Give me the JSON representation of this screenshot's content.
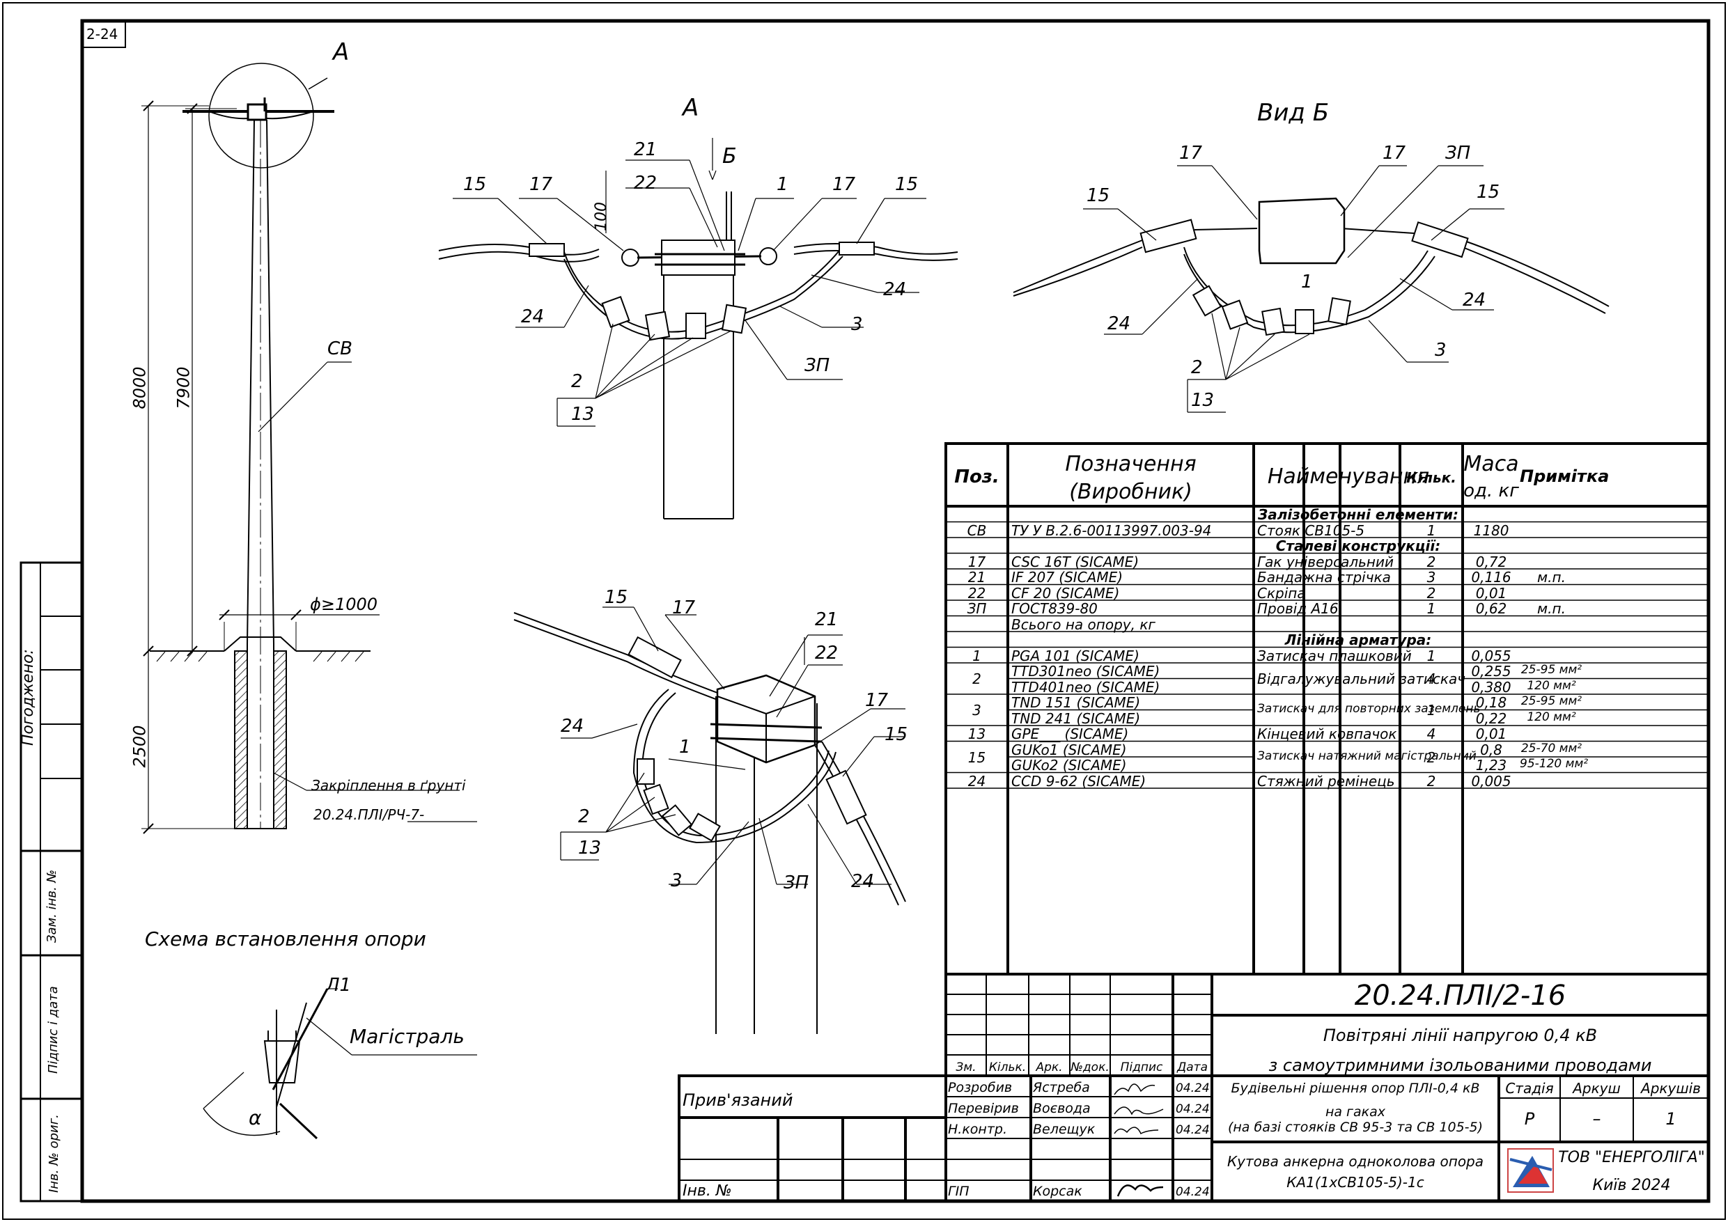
{
  "sheet_tag": "2-24",
  "left_strip": {
    "agreed": "Погоджено:",
    "replaced": "Зам. інв. №",
    "sign_date": "Підпис і дата",
    "orig": "Інв. № ориг."
  },
  "pole_scheme": {
    "view_a": "А",
    "dim_8000": "8000",
    "dim_7900": "7900",
    "dim_2500": "2500",
    "pole_code": "СВ",
    "diameter": "ϕ≥1000",
    "fix_label": "Закріплення в ґрунті",
    "fix_doc": "20.24.ПЛІ/РЧ-7-",
    "title": "Схема встановлення опори"
  },
  "plan": {
    "l1": "Л1",
    "main": "Магістраль",
    "alpha": "α"
  },
  "detail_a": {
    "title": "А",
    "b_arrow": "Б",
    "dim_100": "100",
    "l15a": "15",
    "l17a": "17",
    "l21": "21",
    "l22": "22",
    "l1": "1",
    "l17b": "17",
    "l15b": "15",
    "l24a": "24",
    "l24b": "24",
    "l3": "3",
    "l2": "2",
    "l13": "13",
    "lzp": "ЗП"
  },
  "view_b": {
    "title": "Вид Б",
    "l17a": "17",
    "l17b": "17",
    "lzp": "ЗП",
    "l15a": "15",
    "l15b": "15",
    "l1": "1",
    "l24a": "24",
    "l24b": "24",
    "l2": "2",
    "l13": "13",
    "l3": "3"
  },
  "iso": {
    "l15a": "15",
    "l17a": "17",
    "l21": "21",
    "l22": "22",
    "l24a": "24",
    "l1": "1",
    "l17b": "17",
    "l15b": "15",
    "l2": "2",
    "l13": "13",
    "l3": "3",
    "lzp": "ЗП",
    "l24b": "24"
  },
  "spec": {
    "headers": {
      "pos": "Поз.",
      "designation_1": "Позначення",
      "designation_2": "(Виробник)",
      "name": "Найменування",
      "qty": "Кільк.",
      "mass_1": "Маса",
      "mass_2": "од. кг",
      "note": "Примітка"
    },
    "rows": [
      {
        "section": "Залізобетонні елементи:"
      },
      {
        "pos": "СВ",
        "des": "ТУ У В.2.6-00113997.003-94",
        "name": "Стояк СВ105-5",
        "qty": "1",
        "mass": "1180",
        "note": ""
      },
      {
        "section": "Сталеві конструкції:"
      },
      {
        "pos": "17",
        "des": "CSC 16T   (SICAME)",
        "name": "Гак універсальний",
        "qty": "2",
        "mass": "0,72",
        "note": ""
      },
      {
        "pos": "21",
        "des": "IF 207   (SICAME)",
        "name": "Бандажна стрічка",
        "qty": "3",
        "mass": "0,116",
        "note": "м.п."
      },
      {
        "pos": "22",
        "des": "CF 20   (SICAME)",
        "name": "Скріпа",
        "qty": "2",
        "mass": "0,01",
        "note": ""
      },
      {
        "pos": "ЗП",
        "des": "ГОСТ839-80",
        "name": "Провід А16",
        "qty": "1",
        "mass": "0,62",
        "note": "м.п."
      },
      {
        "pos": "",
        "des": "Всього на опору, кг",
        "name": "",
        "qty": "",
        "mass": "",
        "note": ""
      },
      {
        "section": "Лінійна арматура:"
      },
      {
        "pos": "1",
        "des": "PGA  101   (SICAME)",
        "name": "Затискач плашковий",
        "qty": "1",
        "mass": "0,055",
        "note": ""
      },
      {
        "pos": "2",
        "des": "TTD301neo   (SICAME)",
        "des2": "TTD401neo   (SICAME)",
        "name": "Відгалужувальний затискач",
        "qty": "4",
        "mass": "0,255",
        "mass2": "0,380",
        "note": "25-95 мм²",
        "note2": "120  мм²"
      },
      {
        "pos": "3",
        "des": "TND  151   (SICAME)",
        "des2": "TND  241   (SICAME)",
        "name": "Затискач для повторних заземлень",
        "qty": "1",
        "mass": "0,18",
        "mass2": "0,22",
        "note": "25-95 мм²",
        "note2": "120  мм²"
      },
      {
        "pos": "13",
        "des": "GPE___   (SICAME)",
        "name": "Кінцевий ковпачок",
        "qty": "4",
        "mass": "0,01",
        "note": ""
      },
      {
        "pos": "15",
        "des": "GUKo1   (SICAME)",
        "des2": "GUKo2   (SICAME)",
        "name": "Затискач натяжний магістральний",
        "qty": "2",
        "mass": "0,8",
        "mass2": "1,23",
        "note": "25-70 мм²",
        "note2": "95-120 мм²"
      },
      {
        "pos": "24",
        "des": "CCD  9-62   (SICAME)",
        "name": "Стяжний ремінець",
        "qty": "2",
        "mass": "0,005",
        "note": ""
      }
    ]
  },
  "title_block": {
    "code": "20.24.ПЛІ/2-16",
    "project_1": "Повітряні лінії напругою 0,4 кВ",
    "project_2": "з самоутримними ізольованими проводами",
    "section_1": "Будівельні рішення опор ПЛІ-0,4 кВ",
    "section_2": "на гаках",
    "section_3": "(на базі стояків СВ 95-3 та СВ 105-5)",
    "sheet_name_1": "Кутова анкерна одноколова опора",
    "sheet_name_2": "КА1(1хСВ105-5)-1с",
    "stage_h": "Стадія",
    "sheet_h": "Аркуш",
    "sheets_h": "Аркушів",
    "stage": "Р",
    "sheet": "–",
    "sheets": "1",
    "company_1": "ТОВ \"ЕНЕРГОЛІГА\"",
    "company_2": "Київ 2024",
    "linked": "Прив'язаний",
    "inv": "Інв. №",
    "cols": {
      "zm": "Зм.",
      "kil": "Кільк.",
      "ark": "Арк.",
      "ndok": "№док.",
      "pidp": "Підпис",
      "data": "Дата"
    },
    "people": [
      {
        "role": "Розробив",
        "name": "Ястреба",
        "date": "04.24"
      },
      {
        "role": "Перевірив",
        "name": "Воєвода",
        "date": "04.24"
      },
      {
        "role": "Н.контр.",
        "name": "Велещук",
        "date": "04.24"
      },
      {
        "role": "ГІП",
        "name": "Корсак",
        "date": "04.24"
      }
    ]
  }
}
